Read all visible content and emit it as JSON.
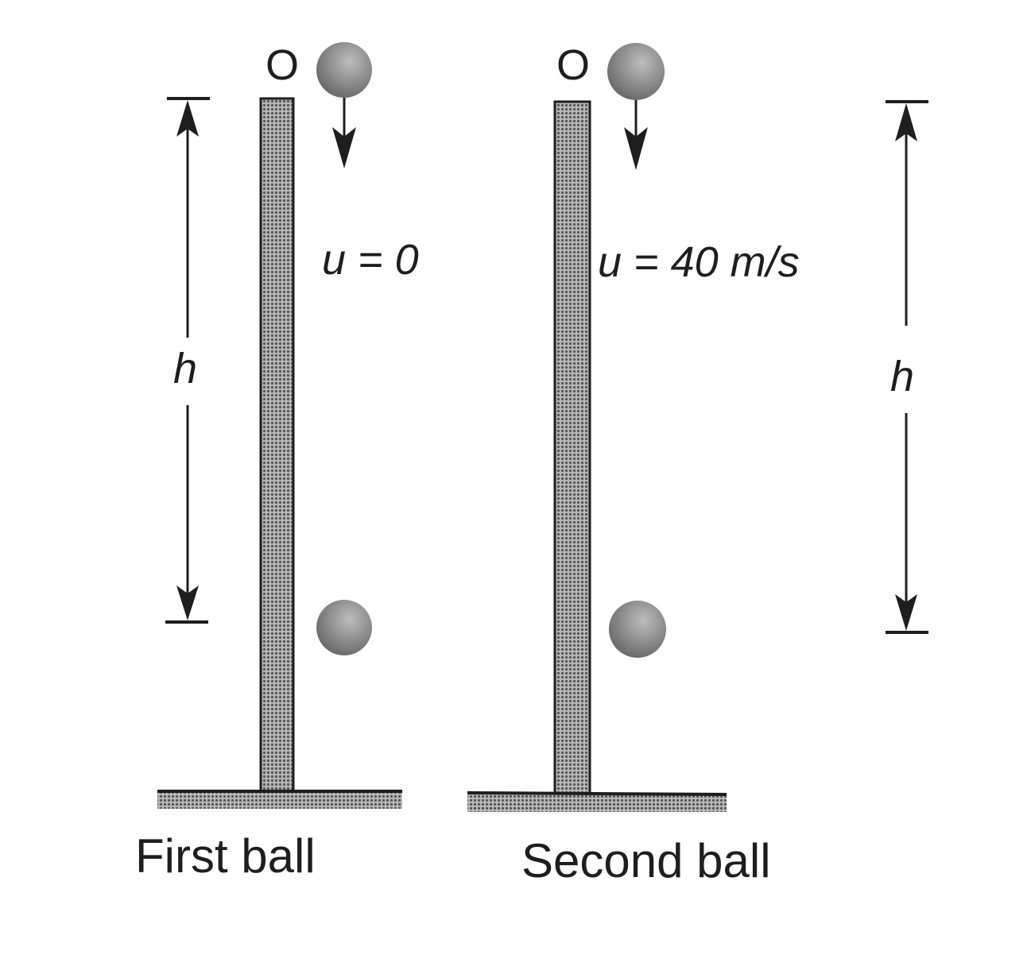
{
  "diagram": {
    "left": {
      "origin_label": "O",
      "velocity_label": "u = 0",
      "height_label": "h",
      "caption": "First ball"
    },
    "right": {
      "origin_label": "O",
      "velocity_label": "u = 40 m/s",
      "height_label": "h",
      "caption": "Second ball"
    },
    "colors": {
      "ink": "#1e1e1e",
      "pillar_fill": "#8a8a8a",
      "ball_fill": "#8c8c8c",
      "background": "#ffffff"
    }
  }
}
